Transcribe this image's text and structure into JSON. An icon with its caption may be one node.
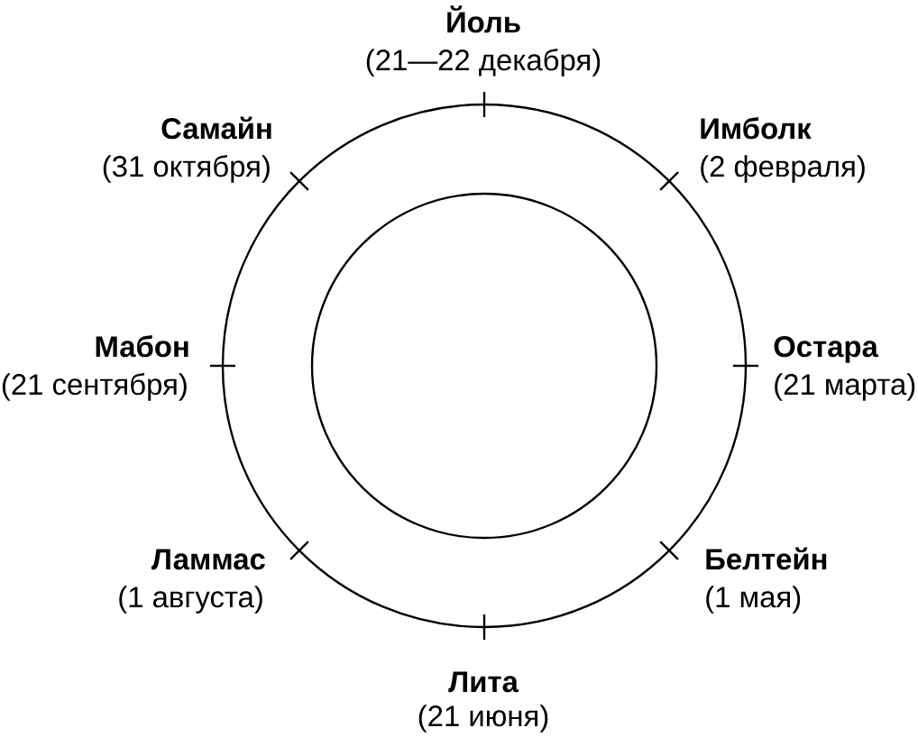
{
  "diagram": {
    "nodes": [
      {
        "text": [],
        "shape": "circle"
      },
      {
        "text": [],
        "shape": "circle",
        "in": 0
      }
    ],
    "labels": [
      "Йоль",
      "(21—22 декабря)",
      "Самайн",
      "(31 октября)",
      "Имболк",
      "(2 февраля)",
      "Мабон",
      "(21 сентября)",
      "Остара",
      "(21 марта)",
      "Ламмас",
      "(1 августа)",
      "Белтейн",
      "(1 мая)",
      "Лита",
      "(21 июня)"
    ]
  }
}
